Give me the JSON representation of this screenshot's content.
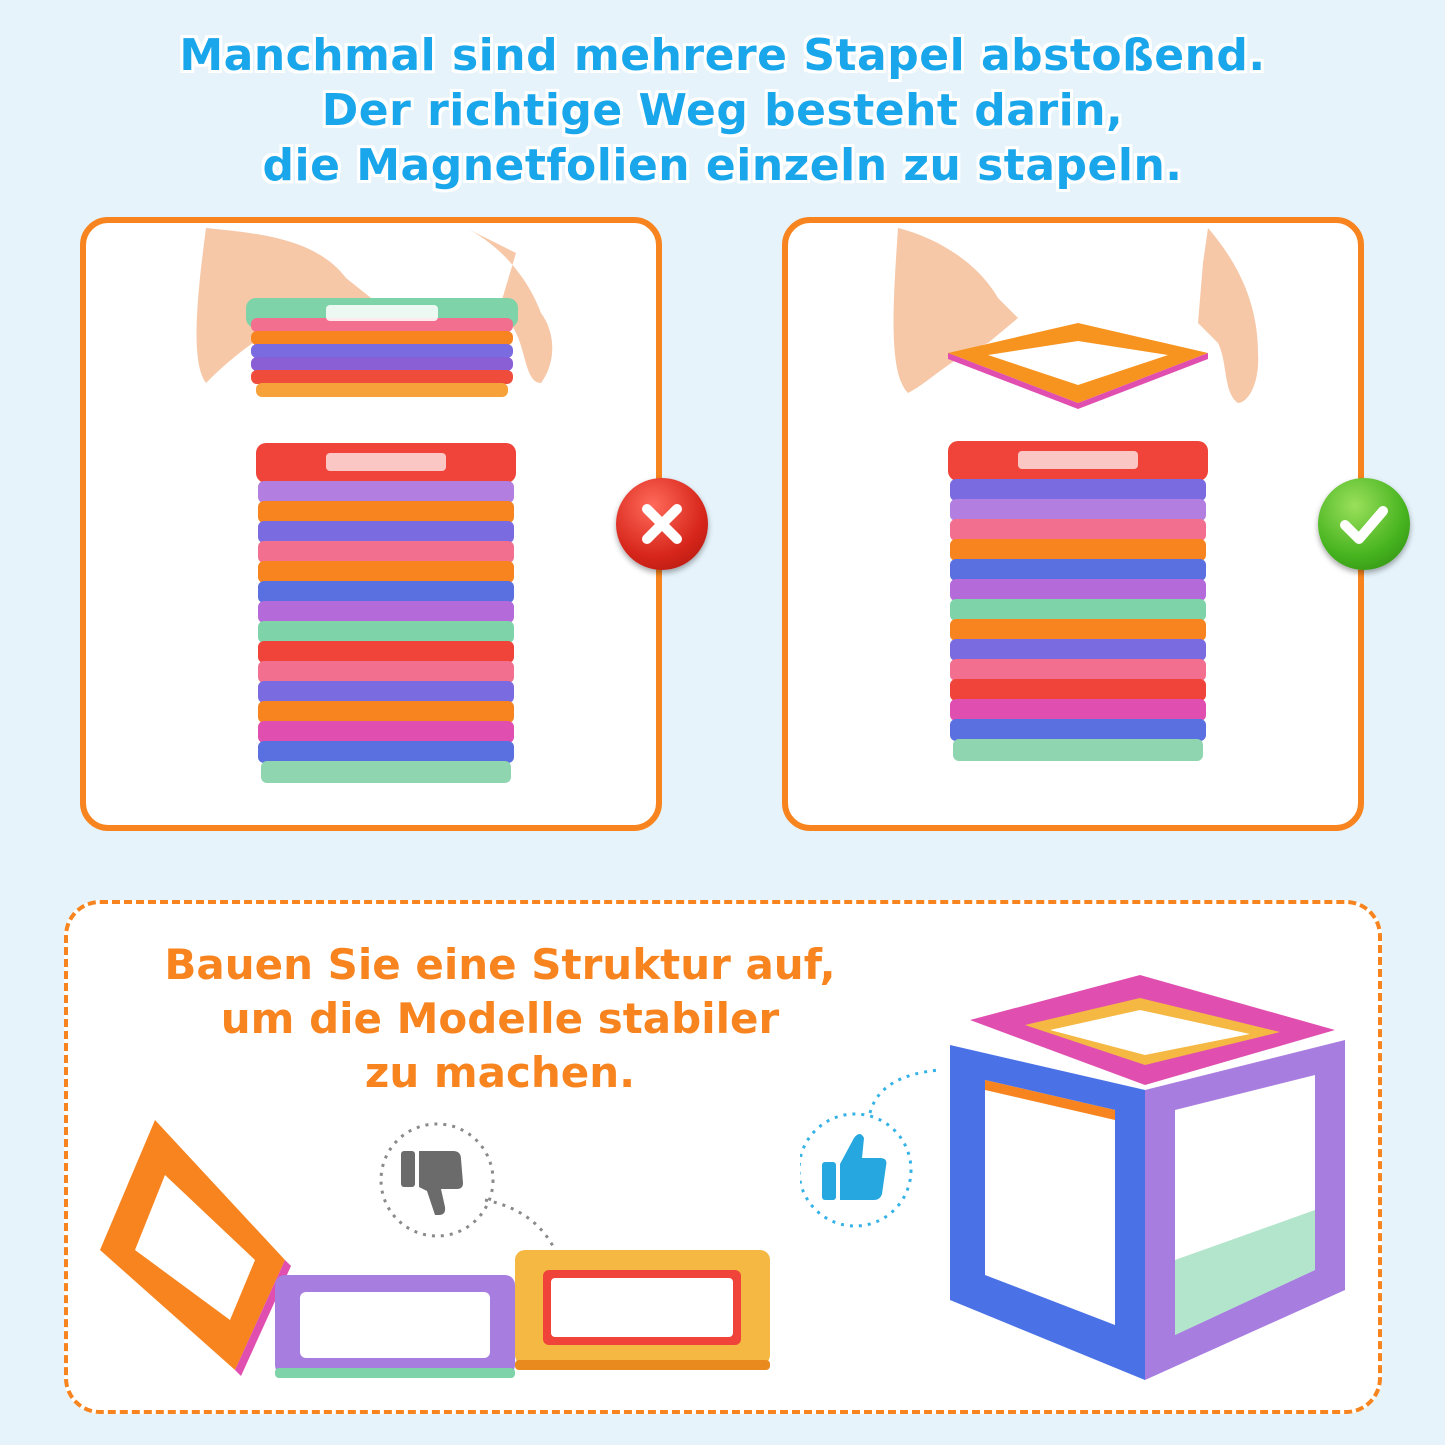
{
  "headline": {
    "line1": "Manchmal sind mehrere Stapel abstoßend.",
    "line2": "Der richtige Weg besteht darin,",
    "line3": "die Magnetfolien einzeln zu stapeln."
  },
  "panels": {
    "wrong": {
      "badge_icon": "cross-icon"
    },
    "right": {
      "badge_icon": "checkmark-icon"
    }
  },
  "bottom": {
    "line1": "Bauen Sie eine Struktur auf,",
    "line2": "um die Modelle stabiler",
    "line3": "zu machen.",
    "thumbs_down_icon": "thumbs-down-icon",
    "thumbs_up_icon": "thumbs-up-icon"
  },
  "colors": {
    "headline": "#1aa6ea",
    "accent_orange": "#f7841f",
    "background": "#e6f3fb",
    "cross_red": "#d7261b",
    "check_green": "#46b31f"
  }
}
